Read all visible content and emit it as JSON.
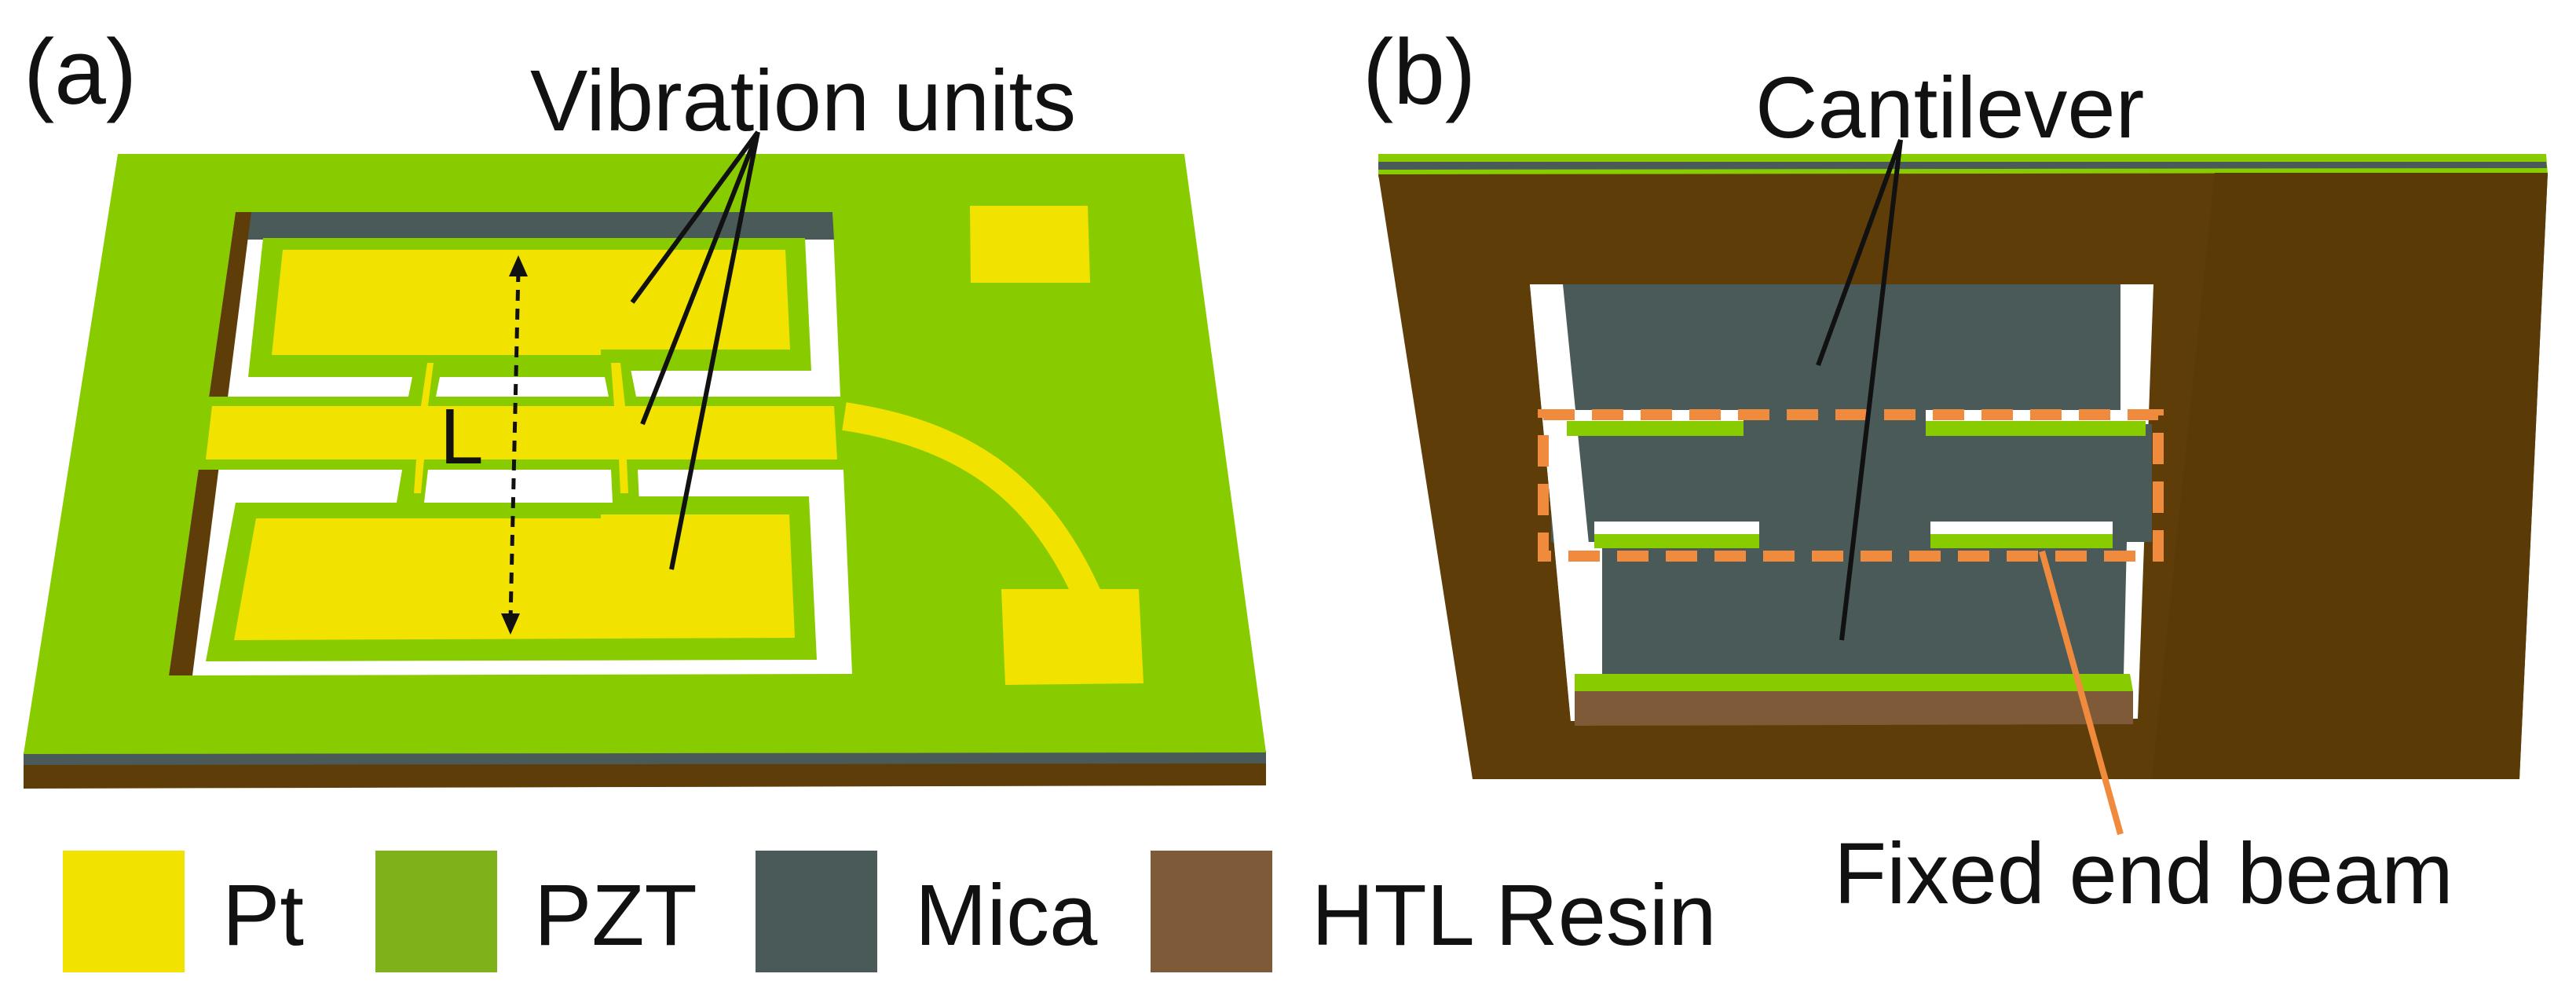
{
  "panels": {
    "a": {
      "tag": "(a)",
      "callout": "Vibration units",
      "dimension_label": "L"
    },
    "b": {
      "tag": "(b)",
      "callout_top": "Cantilever",
      "callout_bottom": "Fixed end beam"
    }
  },
  "legend": [
    {
      "label": "Pt",
      "color": "#f2e200"
    },
    {
      "label": "PZT",
      "color": "#7fb21a"
    },
    {
      "label": "Mica",
      "color": "#4a5a58"
    },
    {
      "label": "HTL Resin",
      "color": "#7f5a38"
    }
  ],
  "colors": {
    "pt": "#f2e200",
    "pzt": "#88cc00",
    "pzt_dark": "#7fb21a",
    "mica": "#4a5a58",
    "resin": "#5e3d08",
    "resin_legend": "#7f5a38",
    "highlight": "#f08a3c"
  }
}
